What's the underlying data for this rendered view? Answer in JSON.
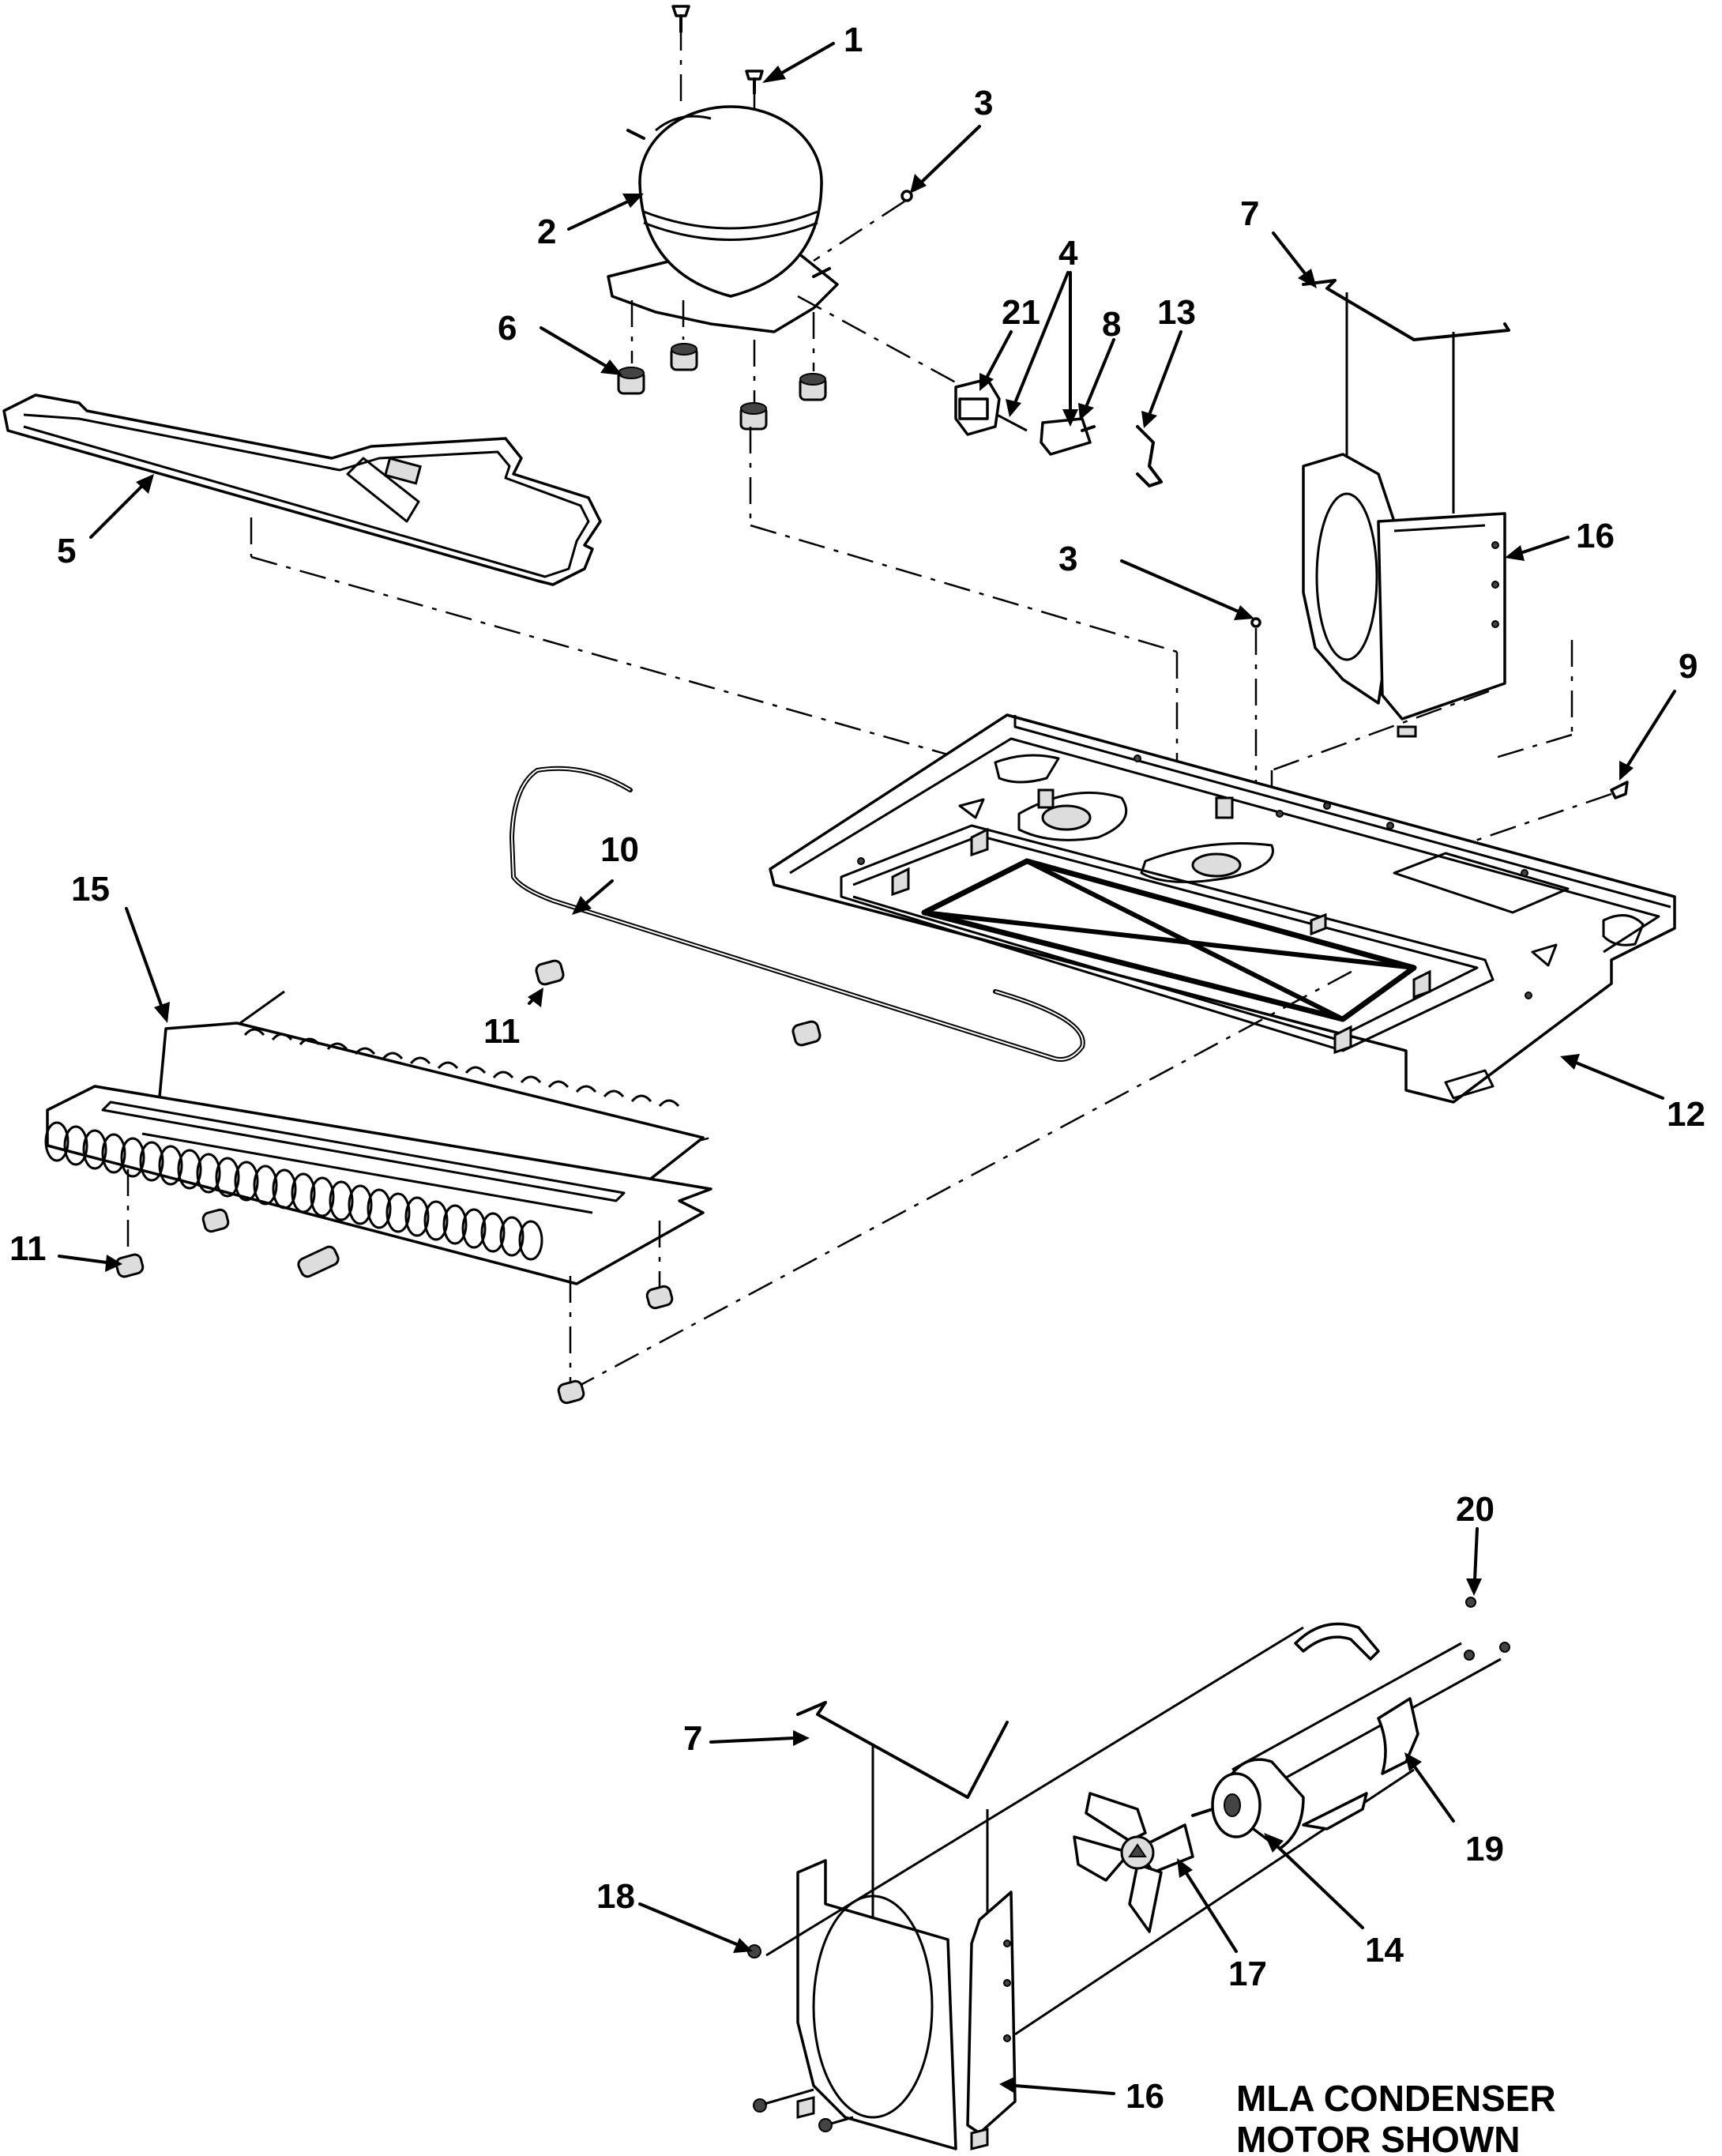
{
  "callouts": [
    "1",
    "2",
    "3",
    "3",
    "4",
    "5",
    "6",
    "7",
    "7",
    "8",
    "9",
    "10",
    "11",
    "11",
    "12",
    "13",
    "14",
    "15",
    "16",
    "16",
    "17",
    "18",
    "19",
    "20",
    "21"
  ],
  "note": {
    "line1": "MLA CONDENSER",
    "line2": "MOTOR SHOWN"
  }
}
